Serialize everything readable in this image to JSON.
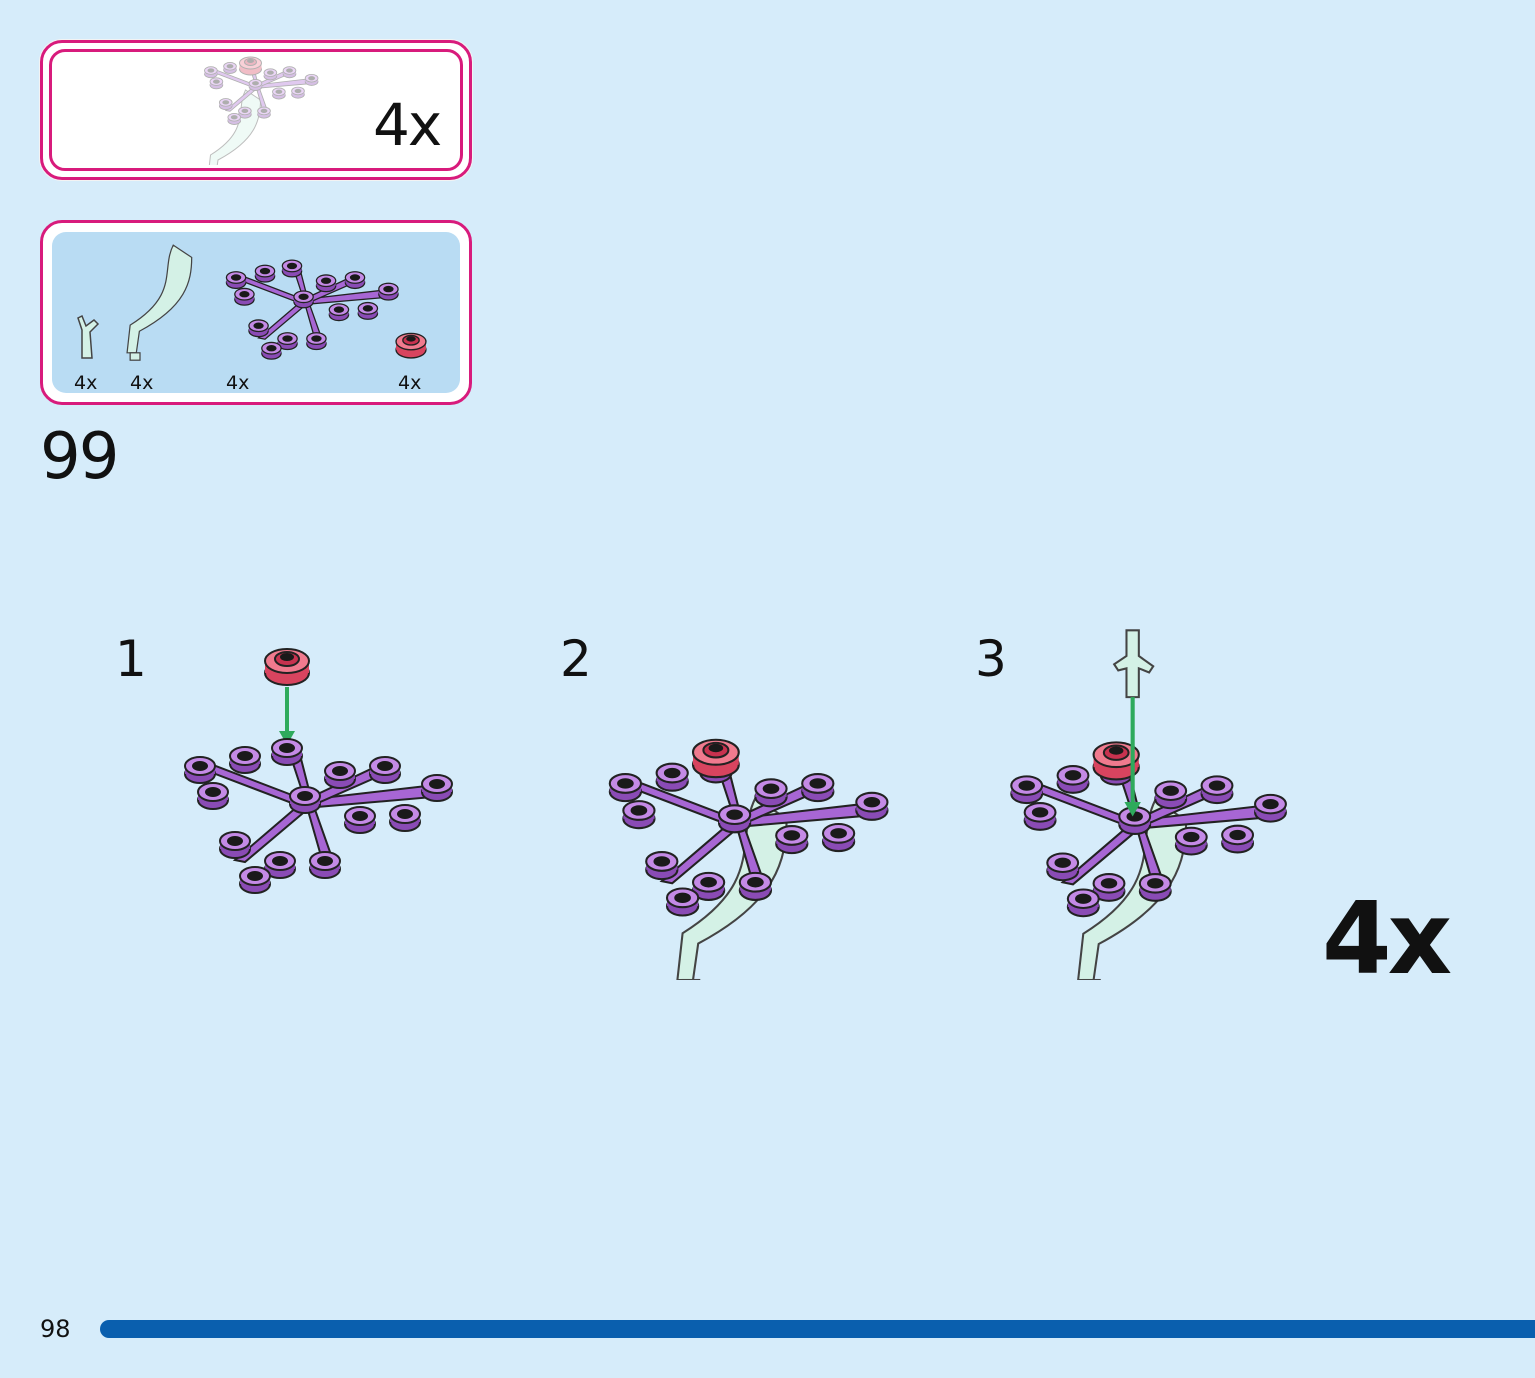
{
  "page": {
    "number": "98"
  },
  "submodel_callout": {
    "multiplier": "4x",
    "icon": "flower-stem-submodel-icon"
  },
  "parts_list": [
    {
      "count": "4x",
      "icon": "small-stem-piece-icon",
      "color": "#cfeee3"
    },
    {
      "count": "4x",
      "icon": "curved-stem-icon",
      "color": "#cfeee3"
    },
    {
      "count": "4x",
      "icon": "snowflake-plate-icon",
      "color": "#9b59c8"
    },
    {
      "count": "4x",
      "icon": "round-flower-plate-icon",
      "color": "#e84f6f"
    }
  ],
  "step": {
    "number": "99"
  },
  "substeps": [
    {
      "number": "1"
    },
    {
      "number": "2"
    },
    {
      "number": "3"
    }
  ],
  "repeat": {
    "multiplier": "4x"
  },
  "colors": {
    "background": "#d6ecfa",
    "accent": "#d81b7c",
    "progress": "#0a5fae",
    "arrow": "#2eaa5c"
  }
}
